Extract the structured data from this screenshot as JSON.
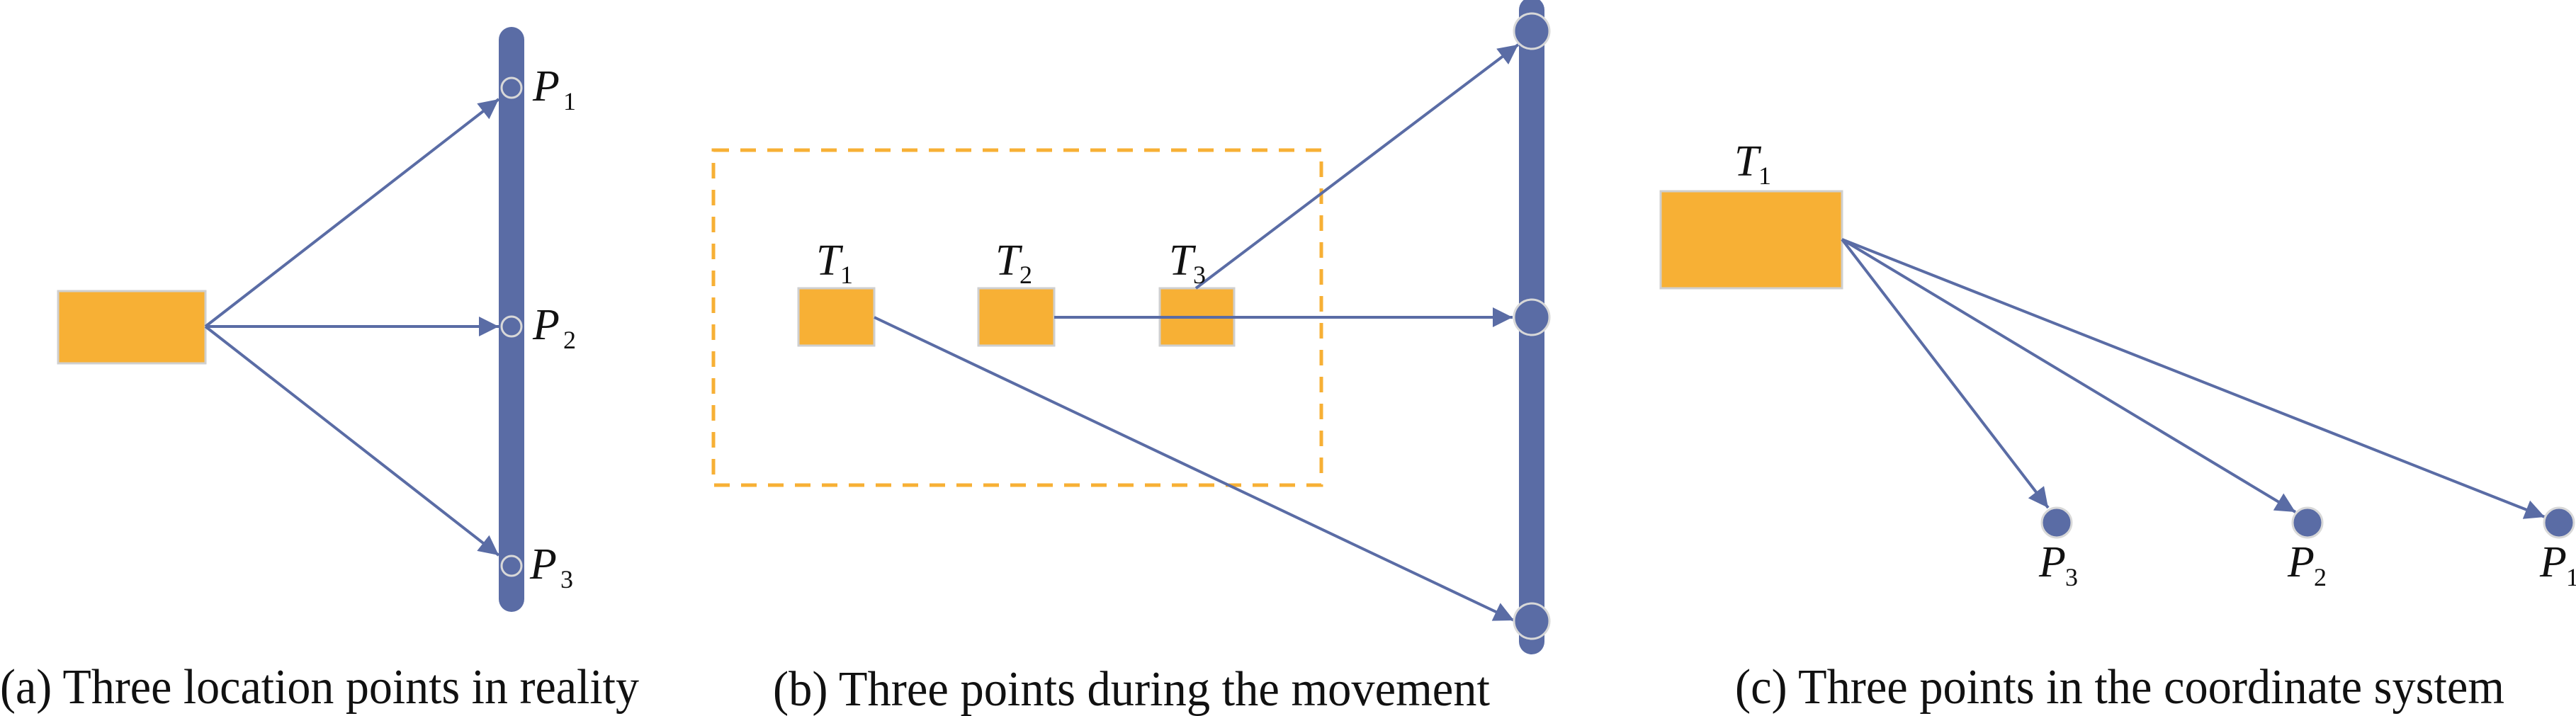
{
  "colors": {
    "orange": "#F7B035",
    "blue": "#5A6CA5",
    "box_border": "#CFCFCF",
    "circle_stroke": "#D8D8D8"
  },
  "panel_a": {
    "caption": "(a) Three location points in reality",
    "labels": [
      {
        "main": "P",
        "sub": "1"
      },
      {
        "main": "P",
        "sub": "2"
      },
      {
        "main": "P",
        "sub": "3"
      }
    ]
  },
  "panel_b": {
    "caption": "(b) Three points during the movement",
    "labels": [
      {
        "main": "T",
        "sub": "1"
      },
      {
        "main": "T",
        "sub": "2"
      },
      {
        "main": "T",
        "sub": "3"
      }
    ]
  },
  "panel_c": {
    "caption": "(c) Three points in the coordinate system",
    "target": {
      "main": "T",
      "sub": "1"
    },
    "labels": [
      {
        "main": "P",
        "sub": "3"
      },
      {
        "main": "P",
        "sub": "2"
      },
      {
        "main": "P",
        "sub": "1"
      }
    ]
  }
}
